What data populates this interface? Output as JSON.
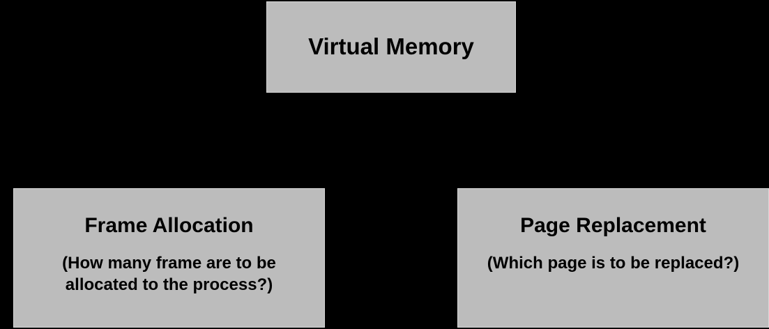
{
  "diagram": {
    "type": "hierarchy-tree",
    "background_color": "#000000",
    "node_fill_color": "#BCBCBC",
    "node_border_color": "#D7D7D7",
    "text_color": "#000000",
    "root": {
      "title": "Virtual Memory"
    },
    "children": [
      {
        "title": "Frame Allocation",
        "subtitle": "(How many frame are to be allocated to the process?)"
      },
      {
        "title": "Page Replacement",
        "subtitle": "(Which page is to be replaced?)"
      }
    ]
  }
}
